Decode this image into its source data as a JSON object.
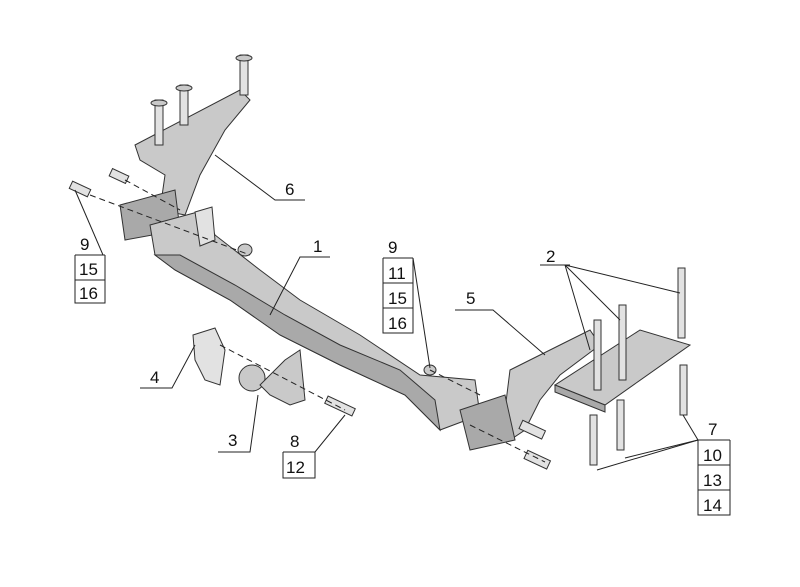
{
  "callouts": {
    "c1": "1",
    "c2": "2",
    "c3": "3",
    "c4": "4",
    "c5": "5",
    "c6": "6",
    "left_stack": [
      "9",
      "15",
      "16"
    ],
    "mid_stack": [
      "9",
      "11",
      "15",
      "16"
    ],
    "bottom_stack": [
      "8",
      "12"
    ],
    "right_stack": [
      "7",
      "10",
      "13",
      "14"
    ]
  },
  "colors": {
    "part": "#c9c9c9",
    "line": "#222222"
  }
}
